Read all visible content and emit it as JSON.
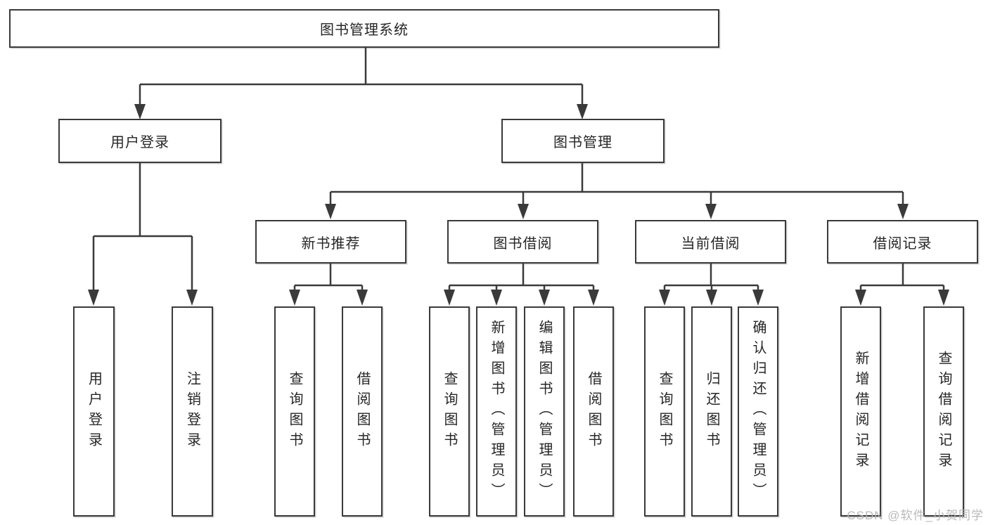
{
  "diagram": {
    "root": {
      "label": "图书管理系统"
    },
    "branches": [
      {
        "label": "用户登录",
        "children": [
          {
            "label": "用户登录"
          },
          {
            "label": "注销登录"
          }
        ]
      },
      {
        "label": "图书管理",
        "children": [
          {
            "label": "新书推荐",
            "children": [
              {
                "label": "查询图书"
              },
              {
                "label": "借阅图书"
              }
            ]
          },
          {
            "label": "图书借阅",
            "children": [
              {
                "label": "查询图书"
              },
              {
                "label": "新增图书（管理员）"
              },
              {
                "label": "编辑图书（管理员）"
              },
              {
                "label": "借阅图书"
              }
            ]
          },
          {
            "label": "当前借阅",
            "children": [
              {
                "label": "查询图书"
              },
              {
                "label": "归还图书"
              },
              {
                "label": "确认归还（管理员）"
              }
            ]
          },
          {
            "label": "借阅记录",
            "children": [
              {
                "label": "新增借阅记录"
              },
              {
                "label": "查询借阅记录"
              }
            ]
          }
        ]
      }
    ]
  },
  "watermark": {
    "text": "CSDN @软件_小贺同学"
  },
  "colors": {
    "line": "#3a3a3a",
    "box_border": "#3a3a3a",
    "box_fill": "#ffffff",
    "text": "#262626",
    "watermark": "#b6b6b6"
  }
}
